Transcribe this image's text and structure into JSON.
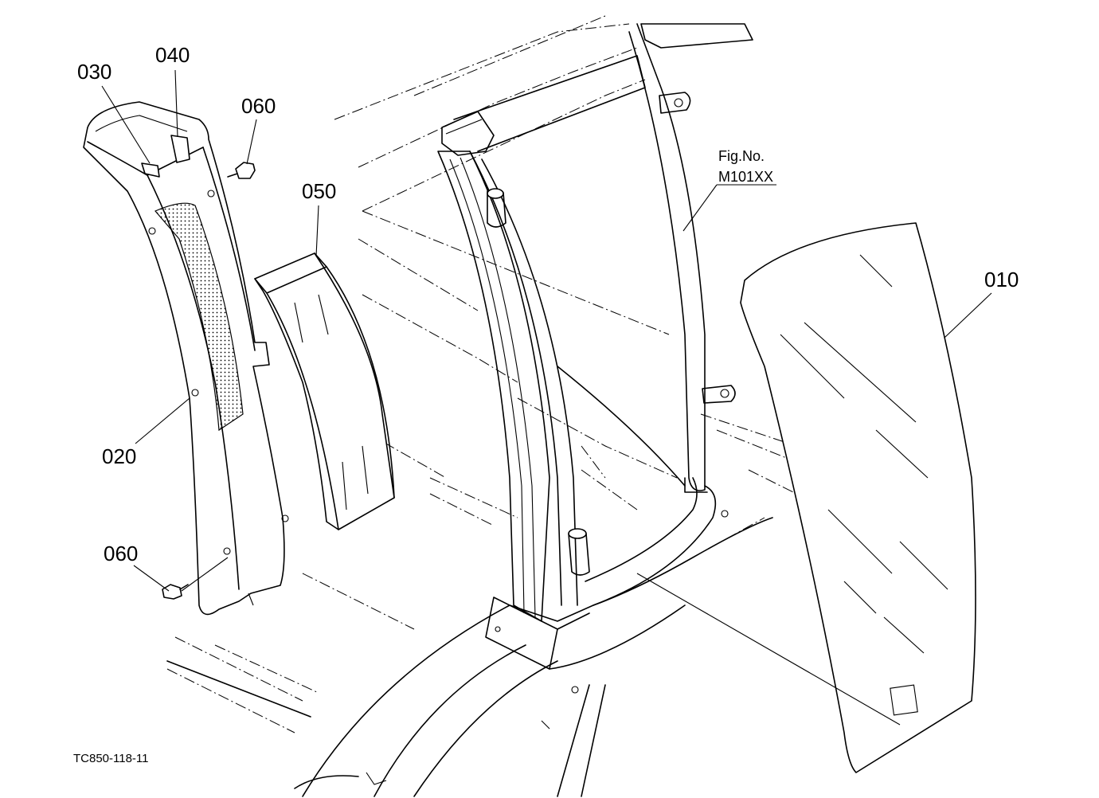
{
  "callouts": {
    "p010": "010",
    "p020": "020",
    "p030": "030",
    "p040": "040",
    "p050": "050",
    "p060_upper": "060",
    "p060_lower": "060"
  },
  "fig_ref": {
    "line1": "Fig.No.",
    "line2": "M101XX"
  },
  "drawing_code": "TC850-118-11"
}
